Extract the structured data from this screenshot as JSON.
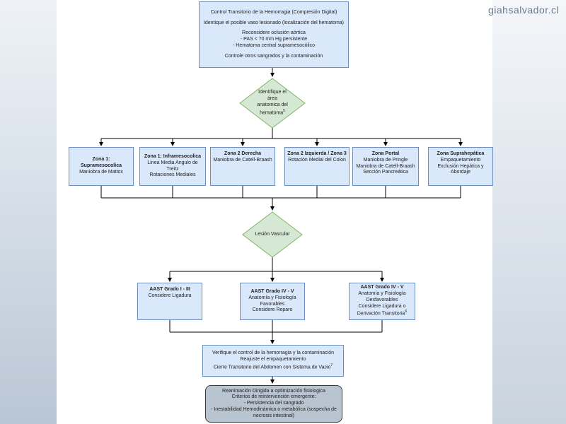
{
  "site": "giahsalvador.cl",
  "top_box": [
    "Control Transitorio de la Hemorragia (Compresión Digital)",
    "",
    "Identique el posible vaso lesionado (localización del hematoma)",
    "",
    "Reconsidere oclusión aórtica",
    "- PAS < 70 mm Hg persistente",
    "- Hematoma central supramesocólico",
    "",
    "Controle otros sangrados y la contaminación"
  ],
  "diamond1": {
    "lines": [
      "Identifique el",
      "área",
      "anatomica del",
      "hematoma"
    ],
    "sup": "5"
  },
  "zones": [
    {
      "title": "Zona 1: Supramesocolica",
      "lines": [
        "Maniobra de Mattox"
      ]
    },
    {
      "title": "Zona 1: Inframesocolica",
      "lines": [
        "Linea Media Angulo de",
        "Treitz",
        "Rotaciones Mediales"
      ]
    },
    {
      "title": "Zona 2 Derecha",
      "lines": [
        "Maniobra de Catell-Braash"
      ]
    },
    {
      "title": "Zona 2 Izquierda / Zona 3",
      "lines": [
        "Rotación Medial del Colon"
      ]
    },
    {
      "title": "Zona Portal",
      "lines": [
        "Maniobra de Pringle",
        "Maniobra de Catell-Braash",
        "Sección Pancreática"
      ]
    },
    {
      "title": "Zona Suprahepática",
      "lines": [
        "Empaquetamiento",
        "Exclusión Hepática y",
        "Abordaje"
      ]
    }
  ],
  "diamond2": {
    "label": "Lesión Vascular"
  },
  "grades": [
    {
      "title": "AAST Grado I - III",
      "lines": [
        "Considere Ligadura"
      ],
      "sup": ""
    },
    {
      "title": "AAST Grado IV - V",
      "lines": [
        "Anatomía y Fisiología",
        "Favorables",
        "Considere Reparo"
      ],
      "sup": ""
    },
    {
      "title": "AAST Grado IV - V",
      "lines": [
        "Anatomía y Fisiología",
        "Desfavorables",
        "Considere Ligadura o",
        "Derivación Transitoria"
      ],
      "sup": "6"
    }
  ],
  "verify_box": {
    "lines": [
      "Verifique el control de la hemorragia y la contaminación",
      "Reajuste el empaquetamiento",
      "Cierre Transitorio del Abdomen con Sistema de Vacio"
    ],
    "sup": "7"
  },
  "final_box": [
    "Reanimación Dirigida a optimización fisiologica",
    "Criterios de reintervención emergente:",
    "- Persistencia del sangrado",
    "- Inestabilidad Hemodinámica o metabólica (sospecha de",
    "necrosis intestinal)"
  ],
  "colors": {
    "box_fill": "#dae8fc",
    "box_border": "#6c8ebf",
    "diamond_fill": "#d5e8d4",
    "diamond_border": "#82b366",
    "final_fill": "#b8c4d0"
  }
}
